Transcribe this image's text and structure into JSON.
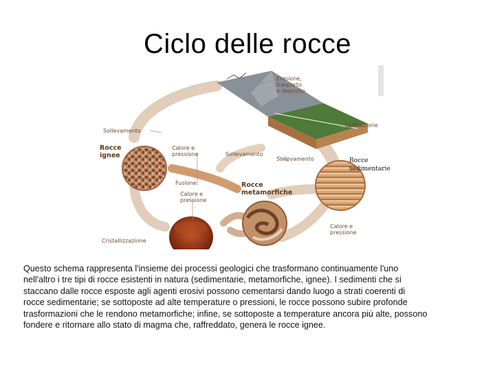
{
  "title": "Ciclo delle rocce",
  "diagram": {
    "labels": {
      "erosione_1": "Erosione,",
      "erosione_2": "trasporto",
      "erosione_3": "e deposito",
      "sollevamento_top": "Sollevamento",
      "litificazione": "Litificazione",
      "rocce_ignee_1": "Rocce",
      "rocce_ignee_2": "ignee",
      "calore_pressione_top_1": "Calore e",
      "calore_pressione_top_2": "pressione",
      "sollevamento_mid": "Sollevamento",
      "sollevamento_right": "Sollevamento",
      "rocce_sed_1": "Rocce",
      "rocce_sed_2": "sedimentarie",
      "fusione": "Fusione",
      "calore_pressione_mid_1": "Calore e",
      "calore_pressione_mid_2": "pressione",
      "rocce_meta_1": "Rocce",
      "rocce_meta_2": "metamorfiche",
      "calore_pressione_bottom_1": "Calore e",
      "calore_pressione_bottom_2": "pressione",
      "cristallizzazione": "Cristallizzazione"
    }
  },
  "description_lines": [
    "Questo schema rappresenta l'insieme dei processi geologici che trasformano continuamente l'uno",
    "nell'altro i tre tipi di rocce esistenti in natura (sedimentarie, metamorfiche, ignee). I sedimenti che si",
    "staccano dalle rocce esposte agli agenti erosivi possono cementarsi dando luogo a strati coerenti di",
    "rocce sedimentarie; se sottoposte ad alte temperature o pressioni, le rocce possono subire profonde",
    "trasformazioni che le rendono metamorfiche; infine, se sottoposte a temperature ancora più alte, possono",
    "fondere e ritornare allo stato di magma che, raffreddato, genera le rocce ignee."
  ],
  "colors": {
    "arrow": "#c9a07a",
    "arrow_dark": "#a8774f",
    "land_green": "#4f7a3a",
    "land_gray": "#8a8f96",
    "igneous": "#b27a5a",
    "metamorphic": "#9c6b45",
    "sedimentary": "#c98f5e",
    "magma": "#9a3b1e"
  }
}
